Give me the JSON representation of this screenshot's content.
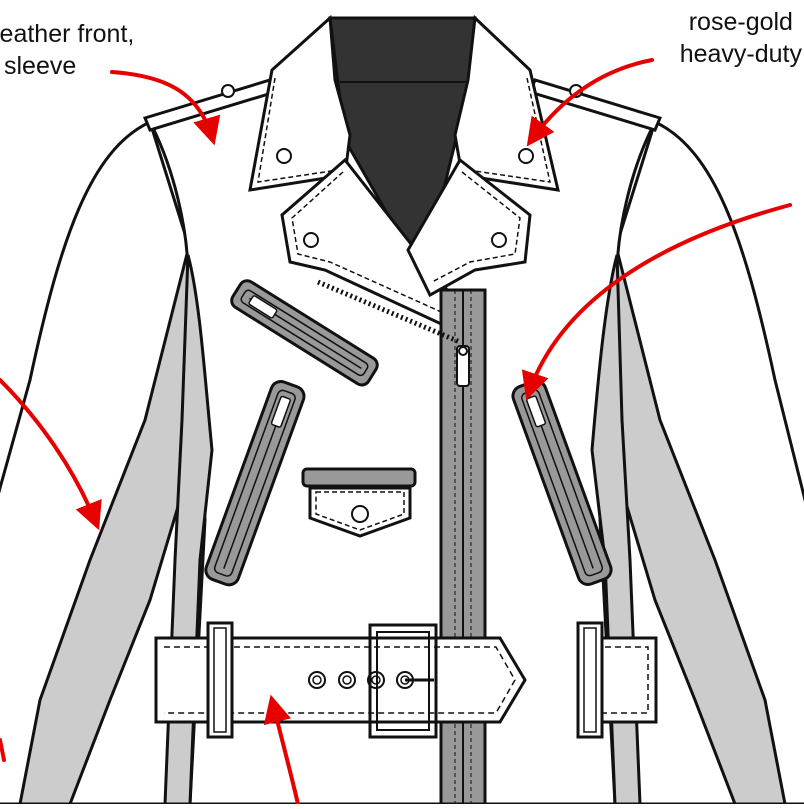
{
  "annotations": {
    "top_left": {
      "line1": "leather front,",
      "line2": "sleeve"
    },
    "top_right": {
      "line1": "rose-gold",
      "line2": "heavy-duty"
    }
  },
  "colors": {
    "outline": "#111111",
    "leather_fill": "#ffffff",
    "panel_gray": "#cccccc",
    "zip_gray": "#999999",
    "collar_dark": "#333333",
    "arrow_red": "#e60000"
  },
  "icons": [
    "zipper-pull-icon",
    "snap-button-icon",
    "buckle-icon",
    "grommet-icon"
  ]
}
